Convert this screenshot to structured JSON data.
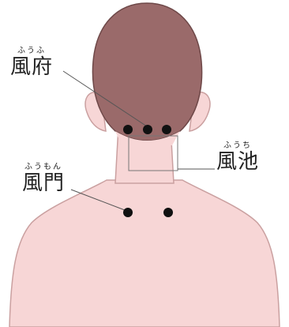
{
  "labels": {
    "fufu": {
      "ruby": "ふうふ",
      "kanji": "風府"
    },
    "fuchi": {
      "ruby": "ふうち",
      "kanji": "風池"
    },
    "fumon": {
      "ruby": "ふうもん",
      "kanji": "風門"
    }
  },
  "colors": {
    "skin": "#f7d6d6",
    "skin_outline": "#caa0a0",
    "hair": "#9a6a6a",
    "hair_outline": "#6e4848",
    "point": "#111111",
    "leader_line": "#555555"
  }
}
